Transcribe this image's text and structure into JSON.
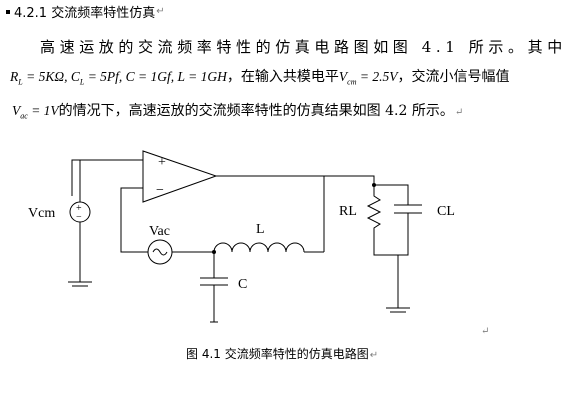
{
  "heading": {
    "text": "4.2.1 交流频率特性仿真"
  },
  "paragraph": {
    "line1": "高速运放的交流频率特性的仿真电路图如图 4.1 所示。其中",
    "params": "R_L = 5KΩ, C_L = 5Pf, C = 1Gf, L = 1GH",
    "r_symbol": "R",
    "r_sub": "L",
    "r_value": " = 5KΩ, ",
    "c_symbol": "C",
    "c_sub": "L",
    "c_value": " = 5Pf, C = 1Gf, L = 1GH",
    "line2_text": "，在输入共模电平",
    "vcm_symbol": "V",
    "vcm_sub": "cm",
    "vcm_value": " = 2.5V",
    "line2_tail": "，交流小信号幅值",
    "vac_symbol": "V",
    "vac_sub": "ac",
    "vac_value": " = 1V",
    "line3_text": "的情况下，高速运放的交流频率特性的仿真结果如图 4.2 所示。"
  },
  "circuit": {
    "labels": {
      "vcm": "Vcm",
      "vac": "Vac",
      "inductor": "L",
      "capacitor": "C",
      "load_resistor": "RL",
      "load_capacitor": "CL",
      "plus": "+",
      "minus": "−",
      "src_plus": "+",
      "src_minus": "−"
    }
  },
  "caption": {
    "text": "图 4.1 交流频率特性的仿真电路图"
  },
  "marks": {
    "paragraph_mark": "↵"
  }
}
